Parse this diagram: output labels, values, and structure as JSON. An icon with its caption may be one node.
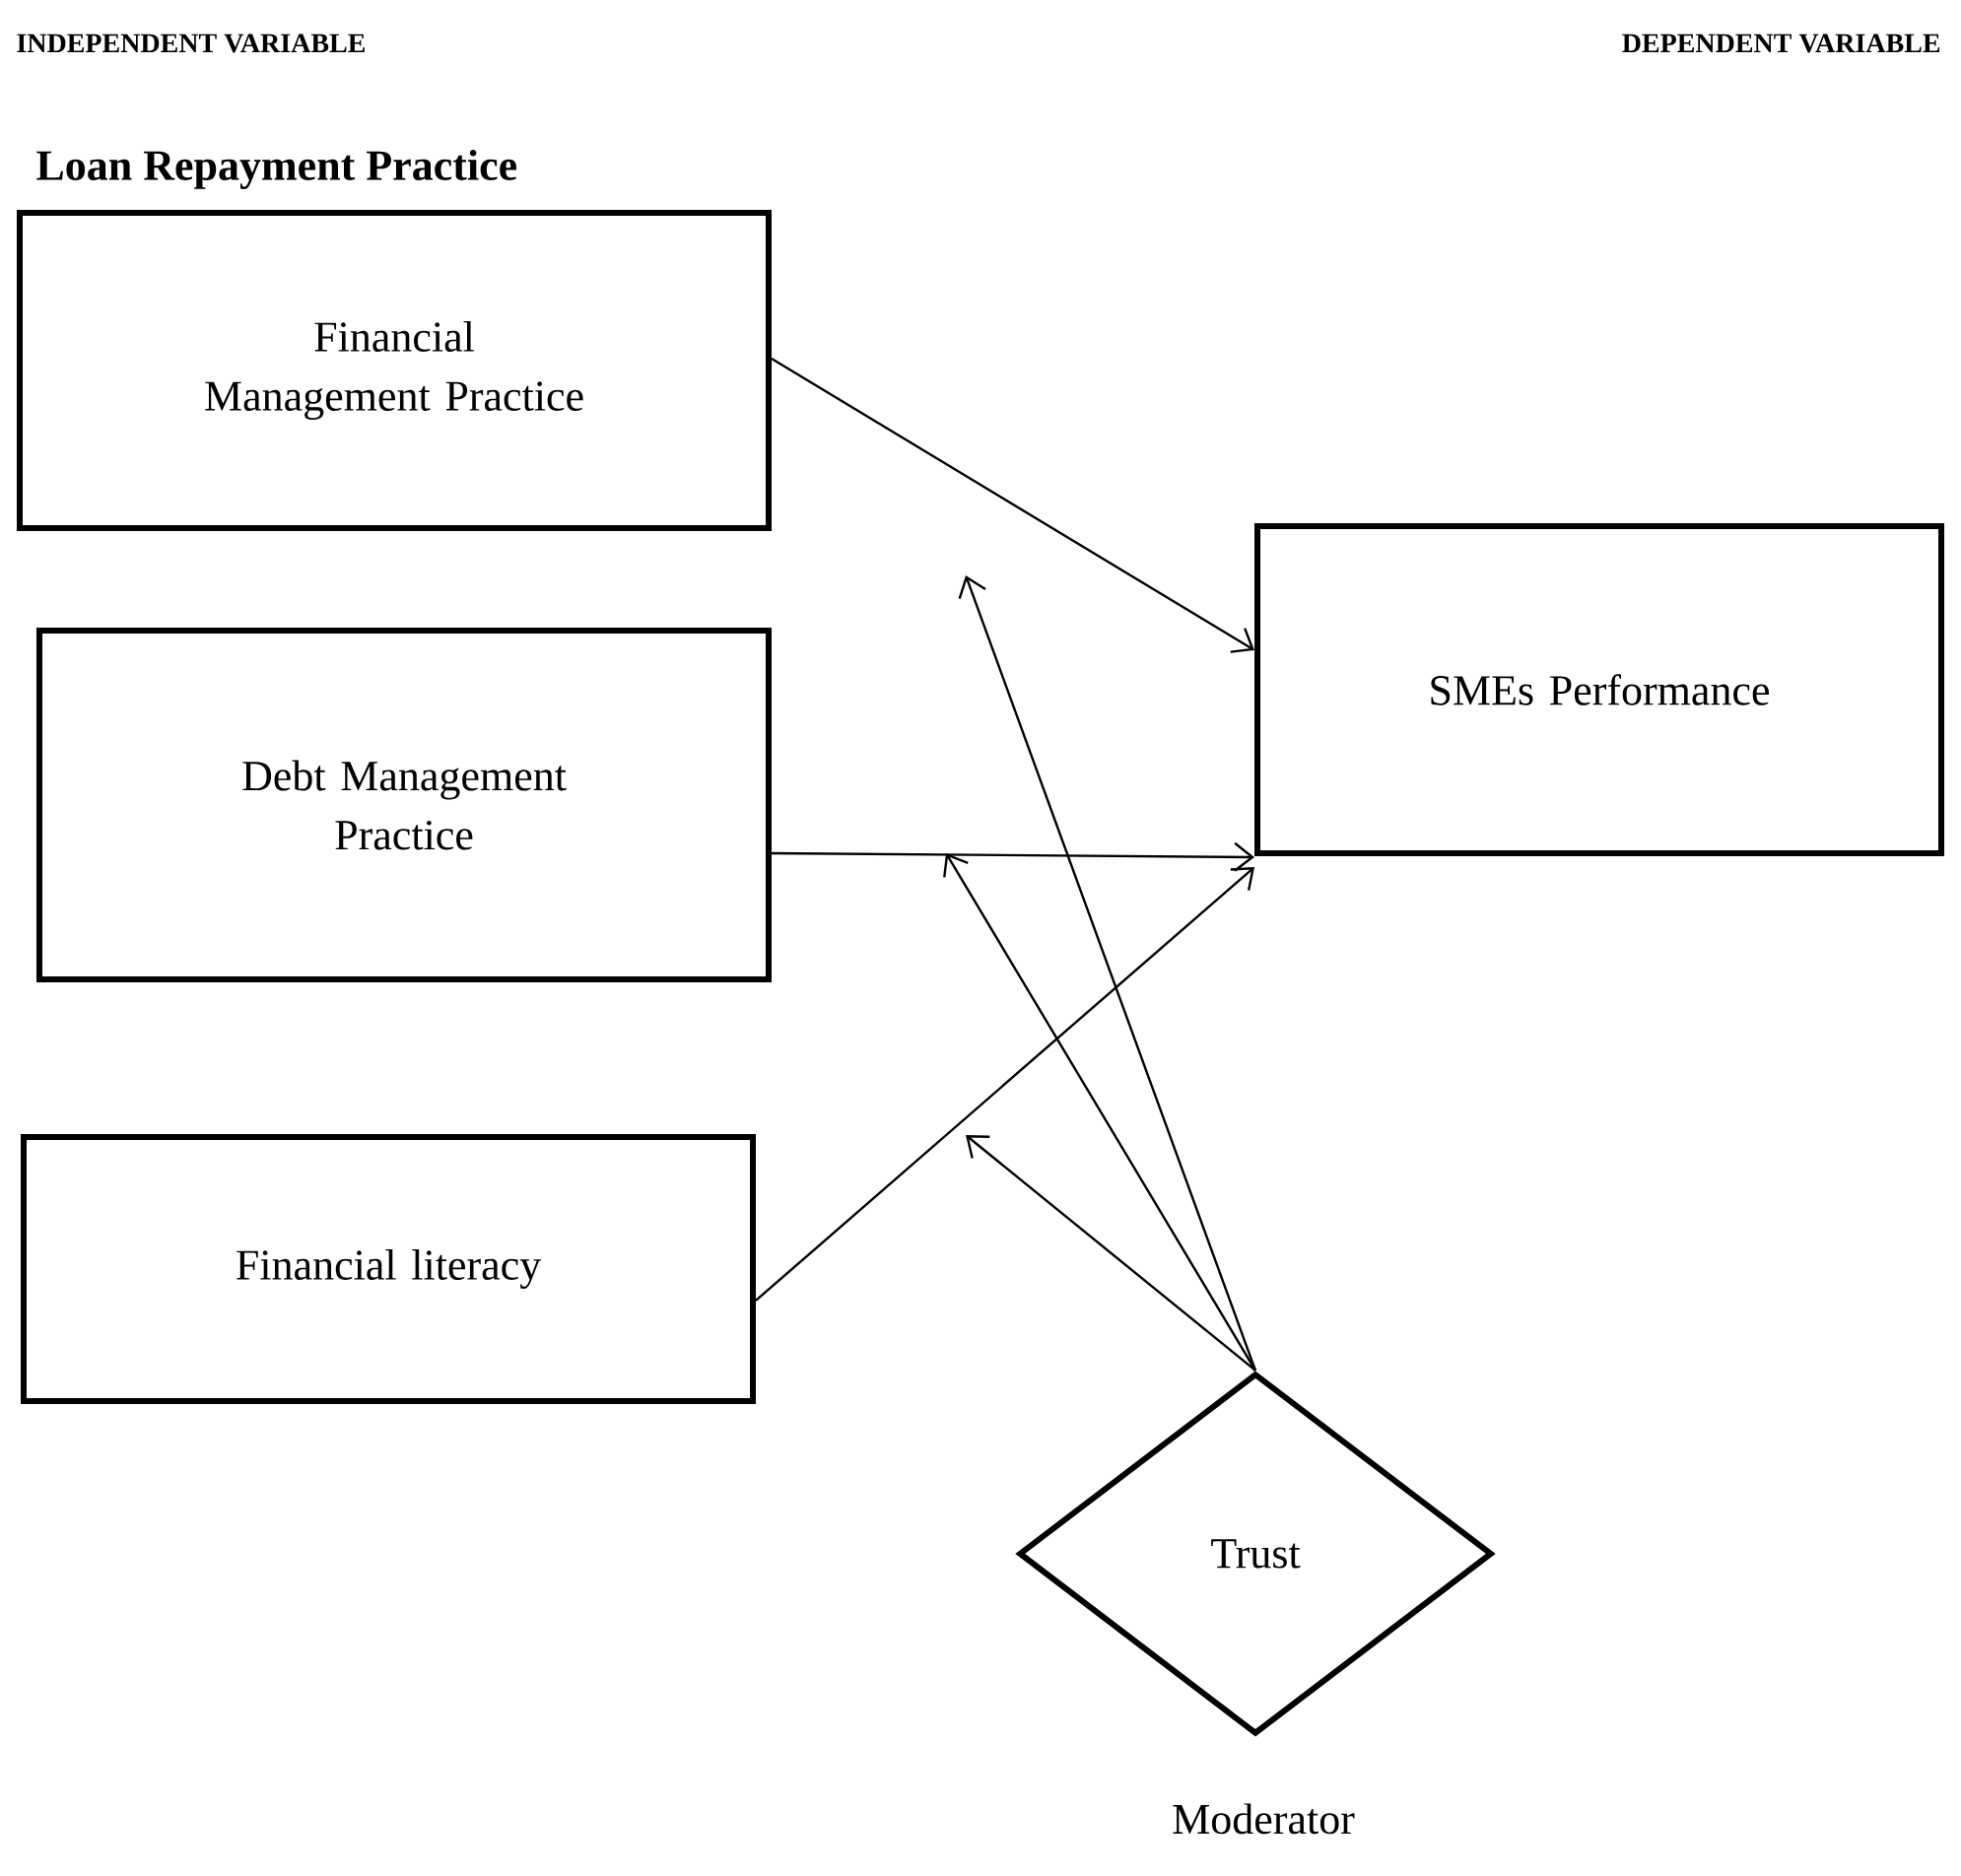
{
  "diagram": {
    "nodes": [
      {
        "text": [
          "Financial Management Practice"
        ],
        "beside": [
          "Loan Repayment Practice"
        ]
      },
      {
        "text": [
          "Debt Management Practice"
        ]
      },
      {
        "text": [
          "Financial literacy"
        ]
      },
      {
        "text": [
          "SMEs Performance"
        ]
      },
      {
        "text": [
          "Trust"
        ],
        "beside": [
          "Moderator"
        ]
      }
    ],
    "edges": [
      {
        "from": 0,
        "to": 3,
        "arrow": "to"
      },
      {
        "from": 1,
        "to": 3,
        "arrow": "to"
      },
      {
        "from": 2,
        "to": 3,
        "arrow": "to"
      },
      {
        "from": 4,
        "to": null,
        "arrow": "to"
      },
      {
        "from": 4,
        "to": null,
        "arrow": "to"
      },
      {
        "from": 4,
        "to": null,
        "arrow": "to"
      }
    ],
    "labels": [
      "INDEPENDENT VARIABLE",
      "DEPENDENT VARIABLE"
    ]
  }
}
